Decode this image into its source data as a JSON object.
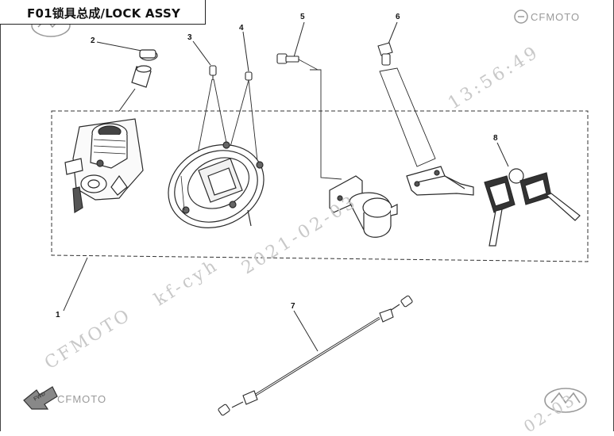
{
  "header": {
    "title": "F01锁具总成/LOCK ASSY"
  },
  "brand": {
    "top_logo_text": "CFMOTO",
    "bottom_logo_text": "CFMOTO",
    "fwd_label": "FWD"
  },
  "watermark": {
    "time": "13:56:49",
    "date_mid": "2021-02-03",
    "user": "kf-cyh",
    "brand": "CFMOTO",
    "date_corner": "02-03"
  },
  "callouts": [
    "1",
    "2",
    "3",
    "4",
    "5",
    "6",
    "7",
    "8"
  ],
  "colors": {
    "line": "#2a2a2a",
    "watermark": "#c8c8c8",
    "logo": "#9a9a9a"
  }
}
